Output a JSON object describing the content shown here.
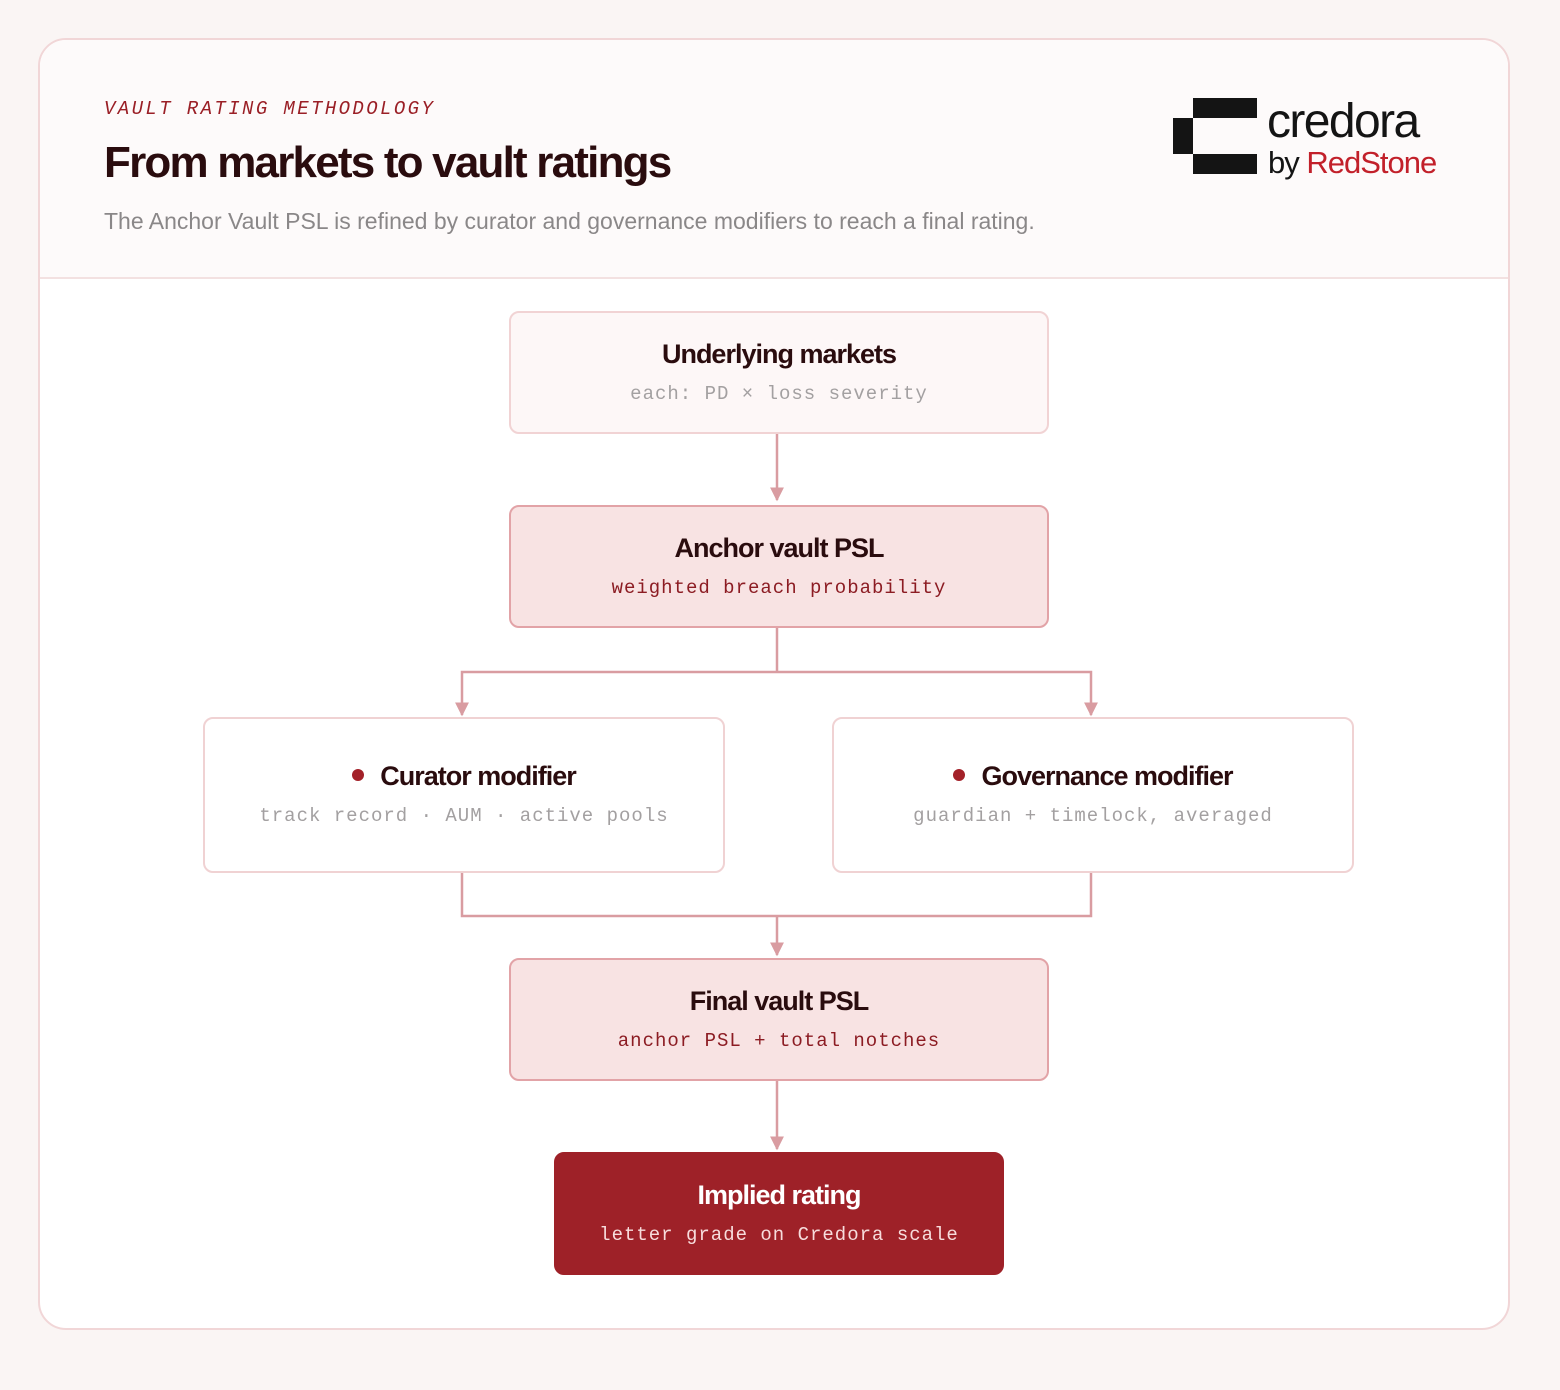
{
  "header": {
    "eyebrow": "VAULT RATING METHODOLOGY",
    "title": "From markets to vault ratings",
    "subtitle": "The Anchor Vault PSL is refined by curator and governance modifiers to reach a final rating."
  },
  "logo": {
    "wordmark": "credora",
    "by": "by",
    "brand": "RedStone"
  },
  "diagram": {
    "nodes": {
      "markets": {
        "title": "Underlying markets",
        "subtitle": "each: PD × loss severity"
      },
      "anchor": {
        "title": "Anchor vault PSL",
        "subtitle": "weighted breach probability"
      },
      "curator": {
        "title": "Curator modifier",
        "subtitle": "track record · AUM · active pools"
      },
      "governance": {
        "title": "Governance modifier",
        "subtitle": "guardian + timelock, averaged"
      },
      "final": {
        "title": "Final vault PSL",
        "subtitle": "anchor PSL + total notches"
      },
      "rating": {
        "title": "Implied rating",
        "subtitle": "letter grade on Credora scale"
      }
    }
  },
  "colors": {
    "accent": "#9e2128",
    "connector": "#d99ca1",
    "title_text": "#2a0c0e"
  }
}
